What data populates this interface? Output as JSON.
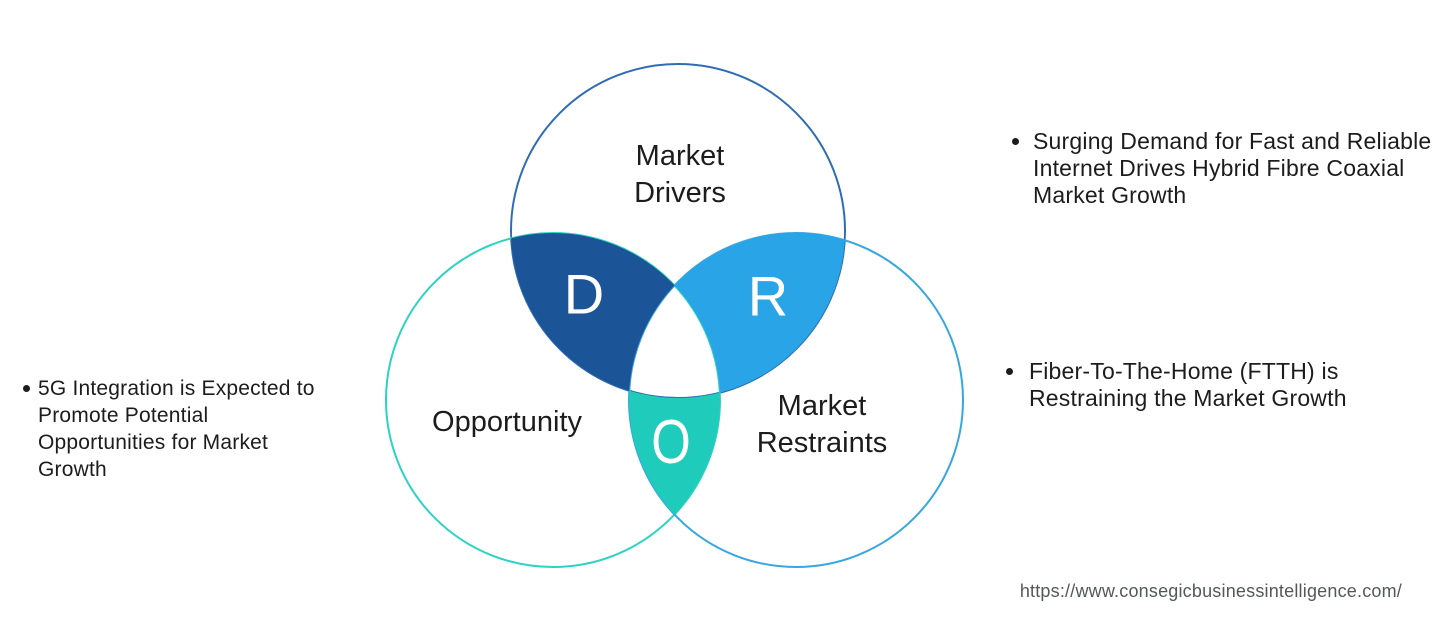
{
  "venn": {
    "label_color": "#1c1c1c",
    "letter_color": "#ffffff",
    "drivers": {
      "label_lines": [
        "Market",
        "Drivers"
      ],
      "letter": "D",
      "circle_stroke": "#2f6cb4",
      "lens_fill": "#1b5497"
    },
    "opportunity": {
      "label_lines": [
        "Opportunity"
      ],
      "letter": "O",
      "circle_stroke": "#2dd3c2",
      "lens_fill": "#1fccbb"
    },
    "restraints": {
      "label_lines": [
        "Market",
        "Restraints"
      ],
      "letter": "R",
      "circle_stroke": "#38a6e0",
      "lens_fill": "#29a4e6"
    }
  },
  "bullets": {
    "drivers_note": "Surging Demand for Fast and Reliable\nInternet Drives Hybrid Fibre Coaxial\nMarket Growth",
    "restraints_note": "Fiber-To-The-Home (FTTH) is\nRestraining the Market Growth",
    "opportunity_note": "5G Integration is Expected to\nPromote Potential\nOpportunities for Market\nGrowth"
  },
  "footer": {
    "source_url": "https://www.consegicbusinessintelligence.com/"
  }
}
